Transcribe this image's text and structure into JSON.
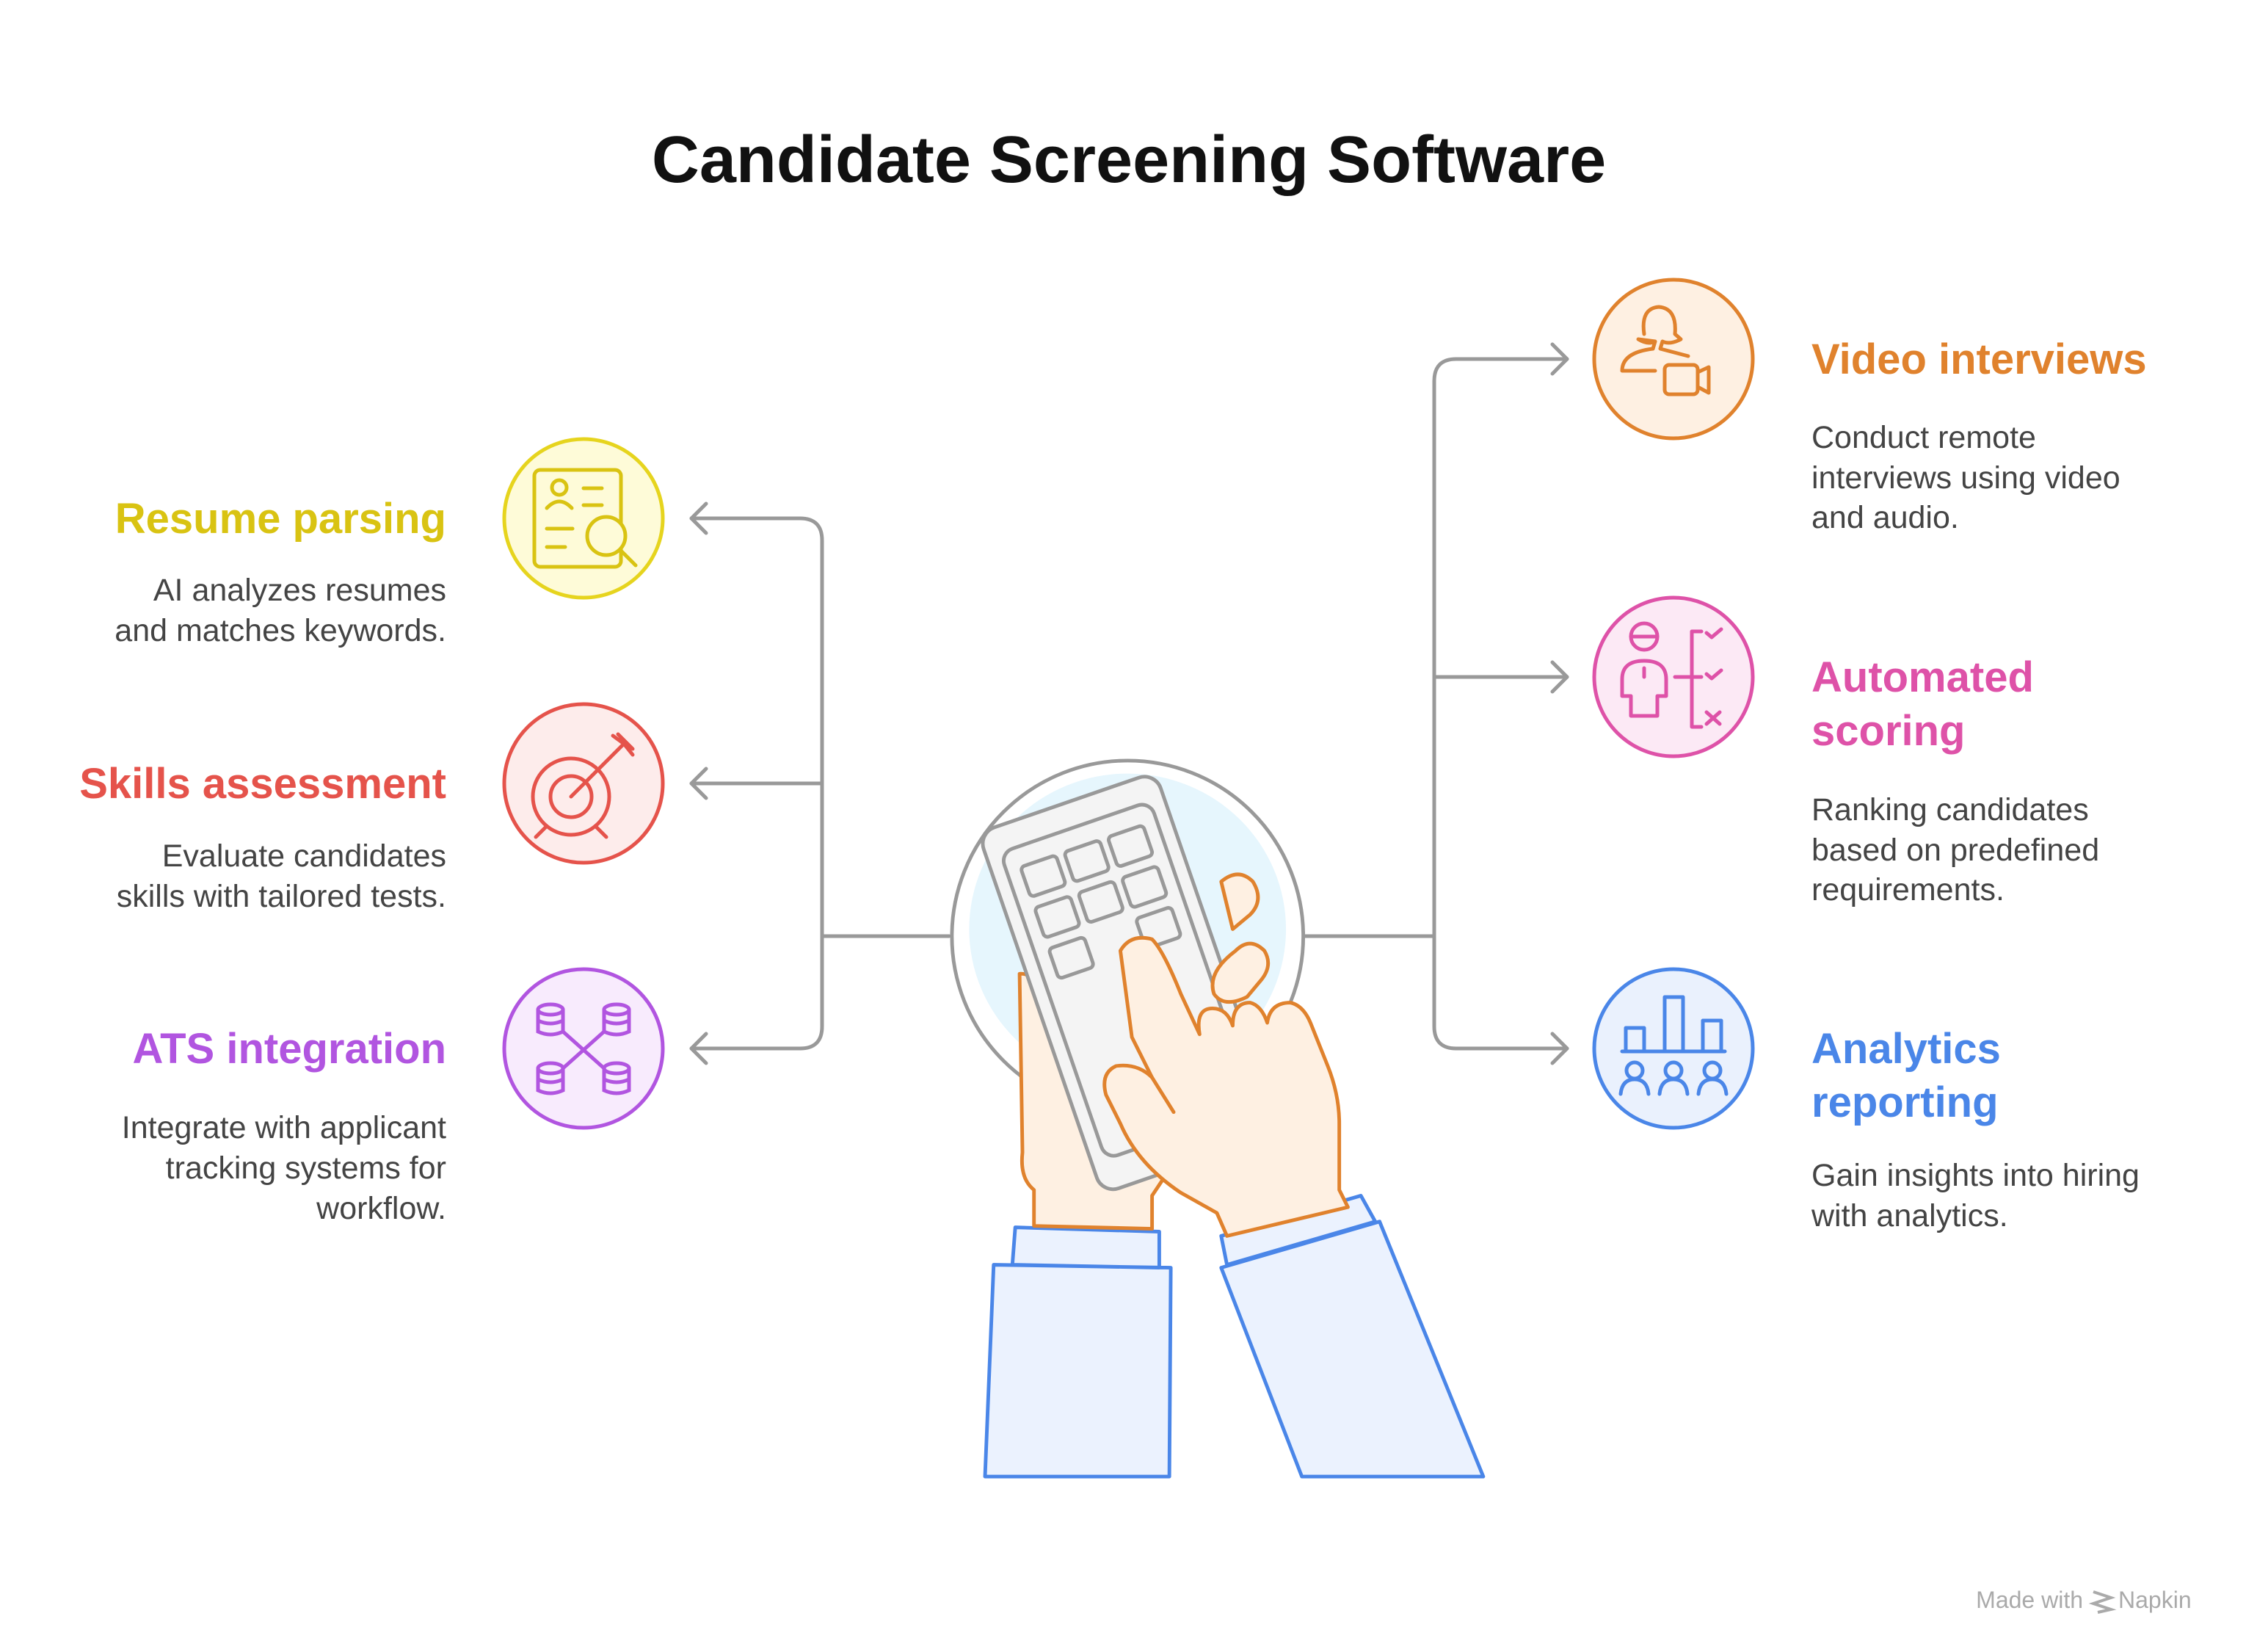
{
  "title": "Candidate Screening Software",
  "colors": {
    "connector": "#999999",
    "body_text": "#444444"
  },
  "left_items": [
    {
      "title": [
        "Resume parsing"
      ],
      "body": [
        "AI analyzes resumes",
        "and matches keywords."
      ],
      "icon": "resume-search-icon",
      "color": "#D9C312",
      "fill": "#FEFBD8"
    },
    {
      "title": [
        "Skills assessment"
      ],
      "body": [
        "Evaluate candidates",
        "skills with tailored tests."
      ],
      "icon": "target-arrow-icon",
      "color": "#E5534B",
      "fill": "#FDECEB"
    },
    {
      "title": [
        "ATS integration"
      ],
      "body": [
        "Integrate with applicant",
        "tracking systems for",
        "workflow."
      ],
      "icon": "database-network-icon",
      "color": "#B155E0",
      "fill": "#F8EBFD"
    }
  ],
  "right_items": [
    {
      "title": [
        "Video interviews"
      ],
      "body": [
        "Conduct remote",
        "interviews using video",
        "and audio."
      ],
      "icon": "person-video-camera-icon",
      "color": "#E0822D",
      "fill": "#FEF0E2"
    },
    {
      "title": [
        "Automated",
        "scoring"
      ],
      "body": [
        "Ranking candidates",
        "based on predefined",
        "requirements."
      ],
      "icon": "person-checklist-icon",
      "color": "#DE52A8",
      "fill": "#FCE9F5"
    },
    {
      "title": [
        "Analytics",
        "reporting"
      ],
      "body": [
        "Gain insights into hiring",
        "with analytics."
      ],
      "icon": "bar-chart-people-icon",
      "color": "#4A86E8",
      "fill": "#EAF1FD"
    }
  ],
  "footer": {
    "made_with": "Made with",
    "brand": "Napkin"
  }
}
